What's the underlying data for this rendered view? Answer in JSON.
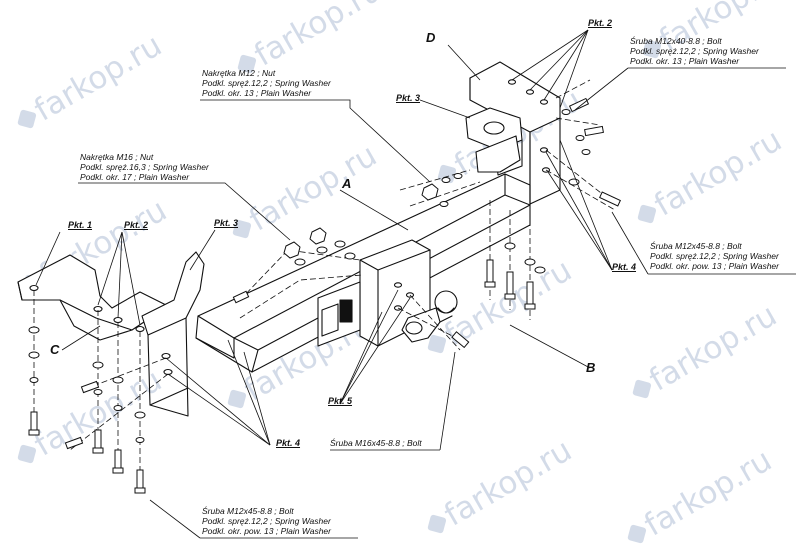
{
  "watermark": {
    "text": "farkop.ru",
    "color": "#96aac8"
  },
  "parts": {
    "a": "A",
    "b": "B",
    "c": "C",
    "d": "D"
  },
  "points": {
    "pkt1": "Pkt. 1",
    "pkt2": "Pkt. 2",
    "pkt3": "Pkt. 3",
    "pkt4": "Pkt. 4",
    "pkt5": "Pkt. 5"
  },
  "callouts": {
    "nut_m12": [
      "Nakrętka  M12 ; Nut",
      "Podkl. spręż.12,2 ; Spring Washer",
      "Podkl. okr. 13 ; Plain Washer"
    ],
    "nut_m16": [
      "Nakrętka  M16 ; Nut",
      "Podkl. spręż.16,3 ; Spring Washer",
      "Podkl. okr. 17 ; Plain Washer"
    ],
    "bolt_m12x40": [
      "Śruba M12x40-8.8 ;  Bolt",
      "Podkl. spręż.12,2 ; Spring Washer",
      "Podkl. okr. 13 ; Plain Washer"
    ],
    "bolt_m12x45_right": [
      "Śruba M12x45-8.8 ;  Bolt",
      "Podkl. spręż.12,2 ; Spring Washer",
      "Podkl. okr. pow. 13 ; Plain Washer"
    ],
    "bolt_m16x45": [
      "Śruba M16x45-8.8 ;  Bolt"
    ],
    "bolt_m12x45_bottom": [
      "Śruba M12x45-8.8 ;  Bolt",
      "Podkl. spręż.12,2 ; Spring Washer",
      "Podkl. okr. pow. 13 ; Plain Washer"
    ]
  }
}
